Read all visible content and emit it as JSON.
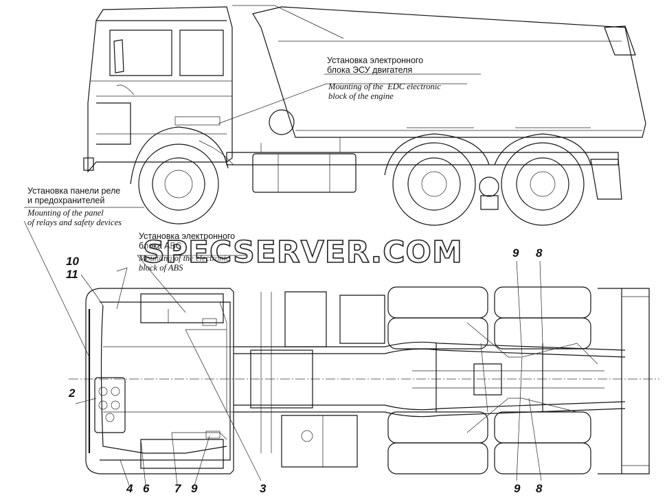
{
  "labels": {
    "edc_ru": "Установка электронного\nблока ЭСУ двигателя",
    "edc_en": "Mounting of the  EDC electronic\nblock of the engine",
    "relay_ru": "Установка панели реле\nи предохранителей",
    "relay_en": "Mounting of the panel\nof relays and safety devices",
    "abs_ru": "Установка электронного\nблока АБС",
    "abs_en": "Mounting of the electronic\nblock of ABS"
  },
  "callouts": {
    "n10": "10",
    "n11": "11",
    "n2": "2",
    "n4": "4",
    "n6": "6",
    "n7": "7",
    "n9_left": "9",
    "n3": "3",
    "n9_bottom": "9",
    "n8_bottom": "8",
    "n9_top": "9",
    "n8_top": "8"
  },
  "watermark": "SPECSERVER.COM"
}
